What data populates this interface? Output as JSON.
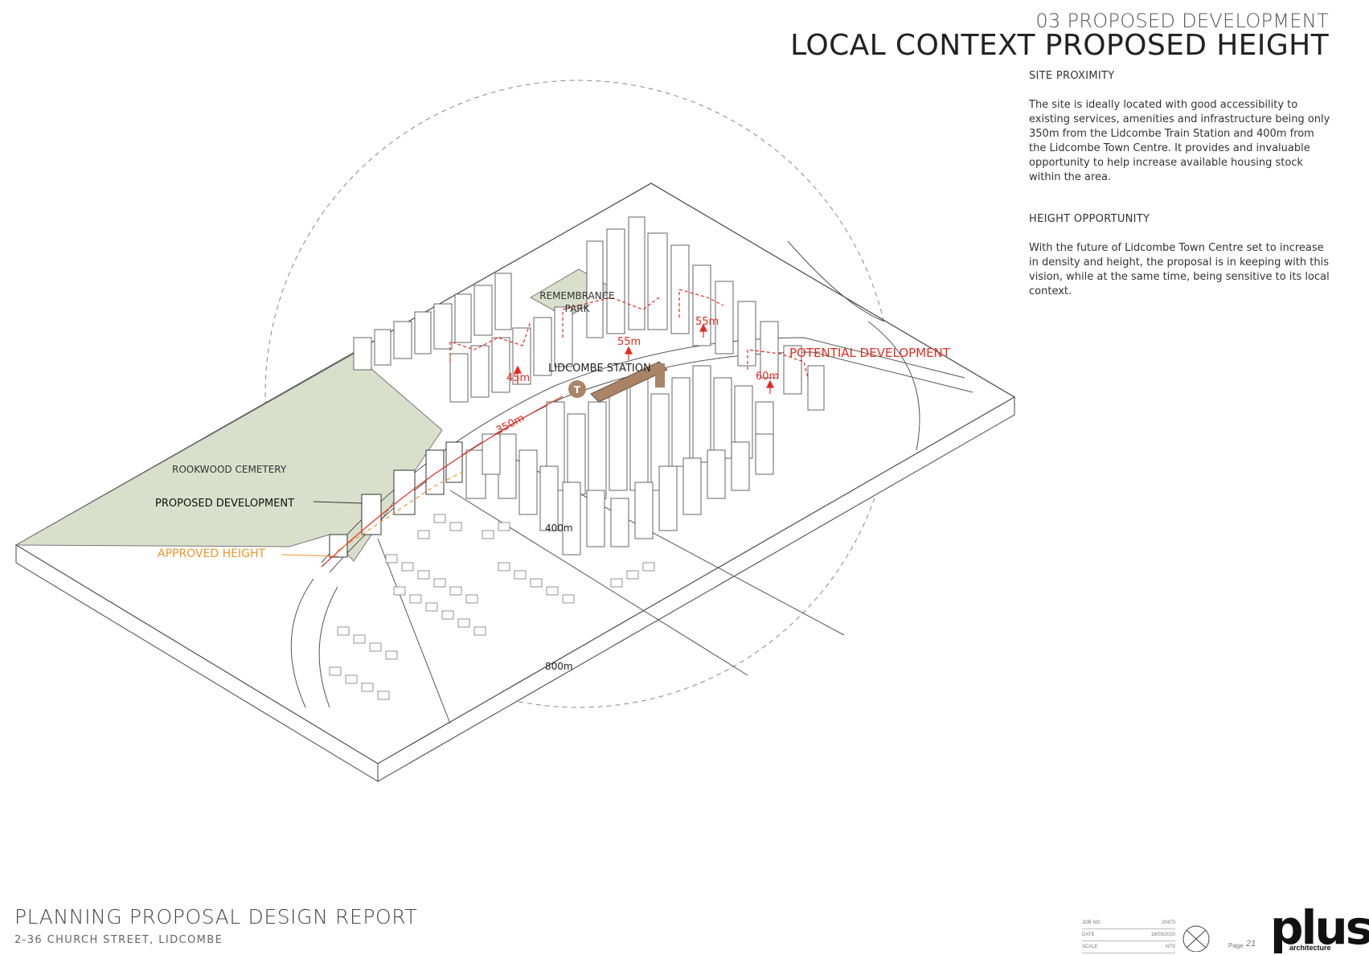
{
  "header": {
    "kicker": "03 PROPOSED DEVELOPMENT",
    "title": "LOCAL CONTEXT PROPOSED HEIGHT"
  },
  "sections": [
    {
      "heading": "SITE PROXIMITY",
      "body": "The site is ideally located with good accessibility to existing services, amenities and infrastructure being only 350m from the Lidcombe Train Station and 400m from the Lidcombe Town Centre. It provides and invaluable opportunity to help increase available housing stock within the area."
    },
    {
      "heading": "HEIGHT OPPORTUNITY",
      "body": "With the future of Lidcombe Town Centre set to increase in density and height, the proposal is in keeping with this vision, while at the same time, being sensitive to its local context."
    }
  ],
  "map": {
    "labels": {
      "park": [
        "REMEMBRANCE",
        "PARK"
      ],
      "station": "LIDCOMBE STATION",
      "station_icon": "T",
      "cemetery": "ROOKWOOD CEMETERY",
      "proposed": "PROPOSED DEVELOPMENT",
      "approved": "APPROVED HEIGHT",
      "potential": "POTENTIAL DEVELOPMENT",
      "dist_350": "350m",
      "dist_400": "400m",
      "dist_800": "800m",
      "h_45": "45m",
      "h_55a": "55m",
      "h_55b": "55m",
      "h_60": "60m"
    },
    "colors": {
      "cemetery": "#d8e0cb",
      "park": "#d8e0cb",
      "station": "#a98466",
      "red": "#e52b20",
      "orange": "#f0942a"
    }
  },
  "footer": {
    "title": "PLANNING PROPOSAL DESIGN REPORT",
    "subtitle": "2-36 CHURCH STREET, LIDCOMBE",
    "info": [
      {
        "label": "JOB NO.",
        "value": "20473"
      },
      {
        "label": "DATE",
        "value": "18/03/2020"
      },
      {
        "label": "SCALE",
        "value": "NTS"
      }
    ],
    "page_label": "Page",
    "page_number": "21",
    "logo": "plus",
    "logo_sub": "architecture"
  }
}
